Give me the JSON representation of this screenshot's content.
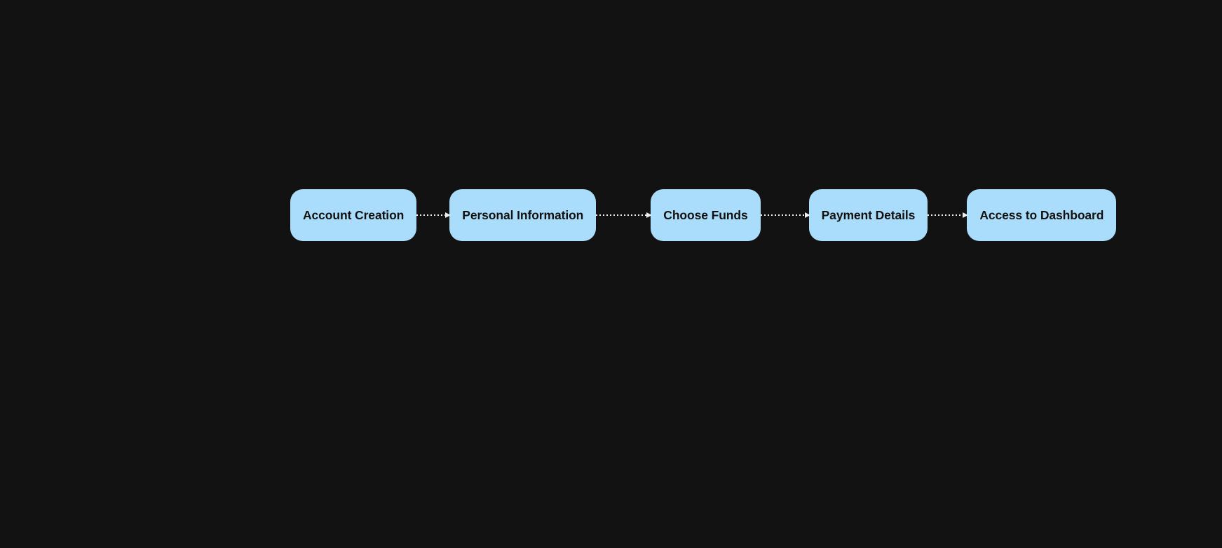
{
  "page": {
    "background_color": "#121212"
  },
  "flowchart": {
    "node_fill_color": "#aaddfb",
    "node_text_color": "#111111",
    "connector_color": "#ededed",
    "nodes": [
      {
        "label": "Account Creation"
      },
      {
        "label": "Personal Information"
      },
      {
        "label": "Choose Funds"
      },
      {
        "label": "Payment Details"
      },
      {
        "label": "Access to Dashboard"
      }
    ]
  }
}
